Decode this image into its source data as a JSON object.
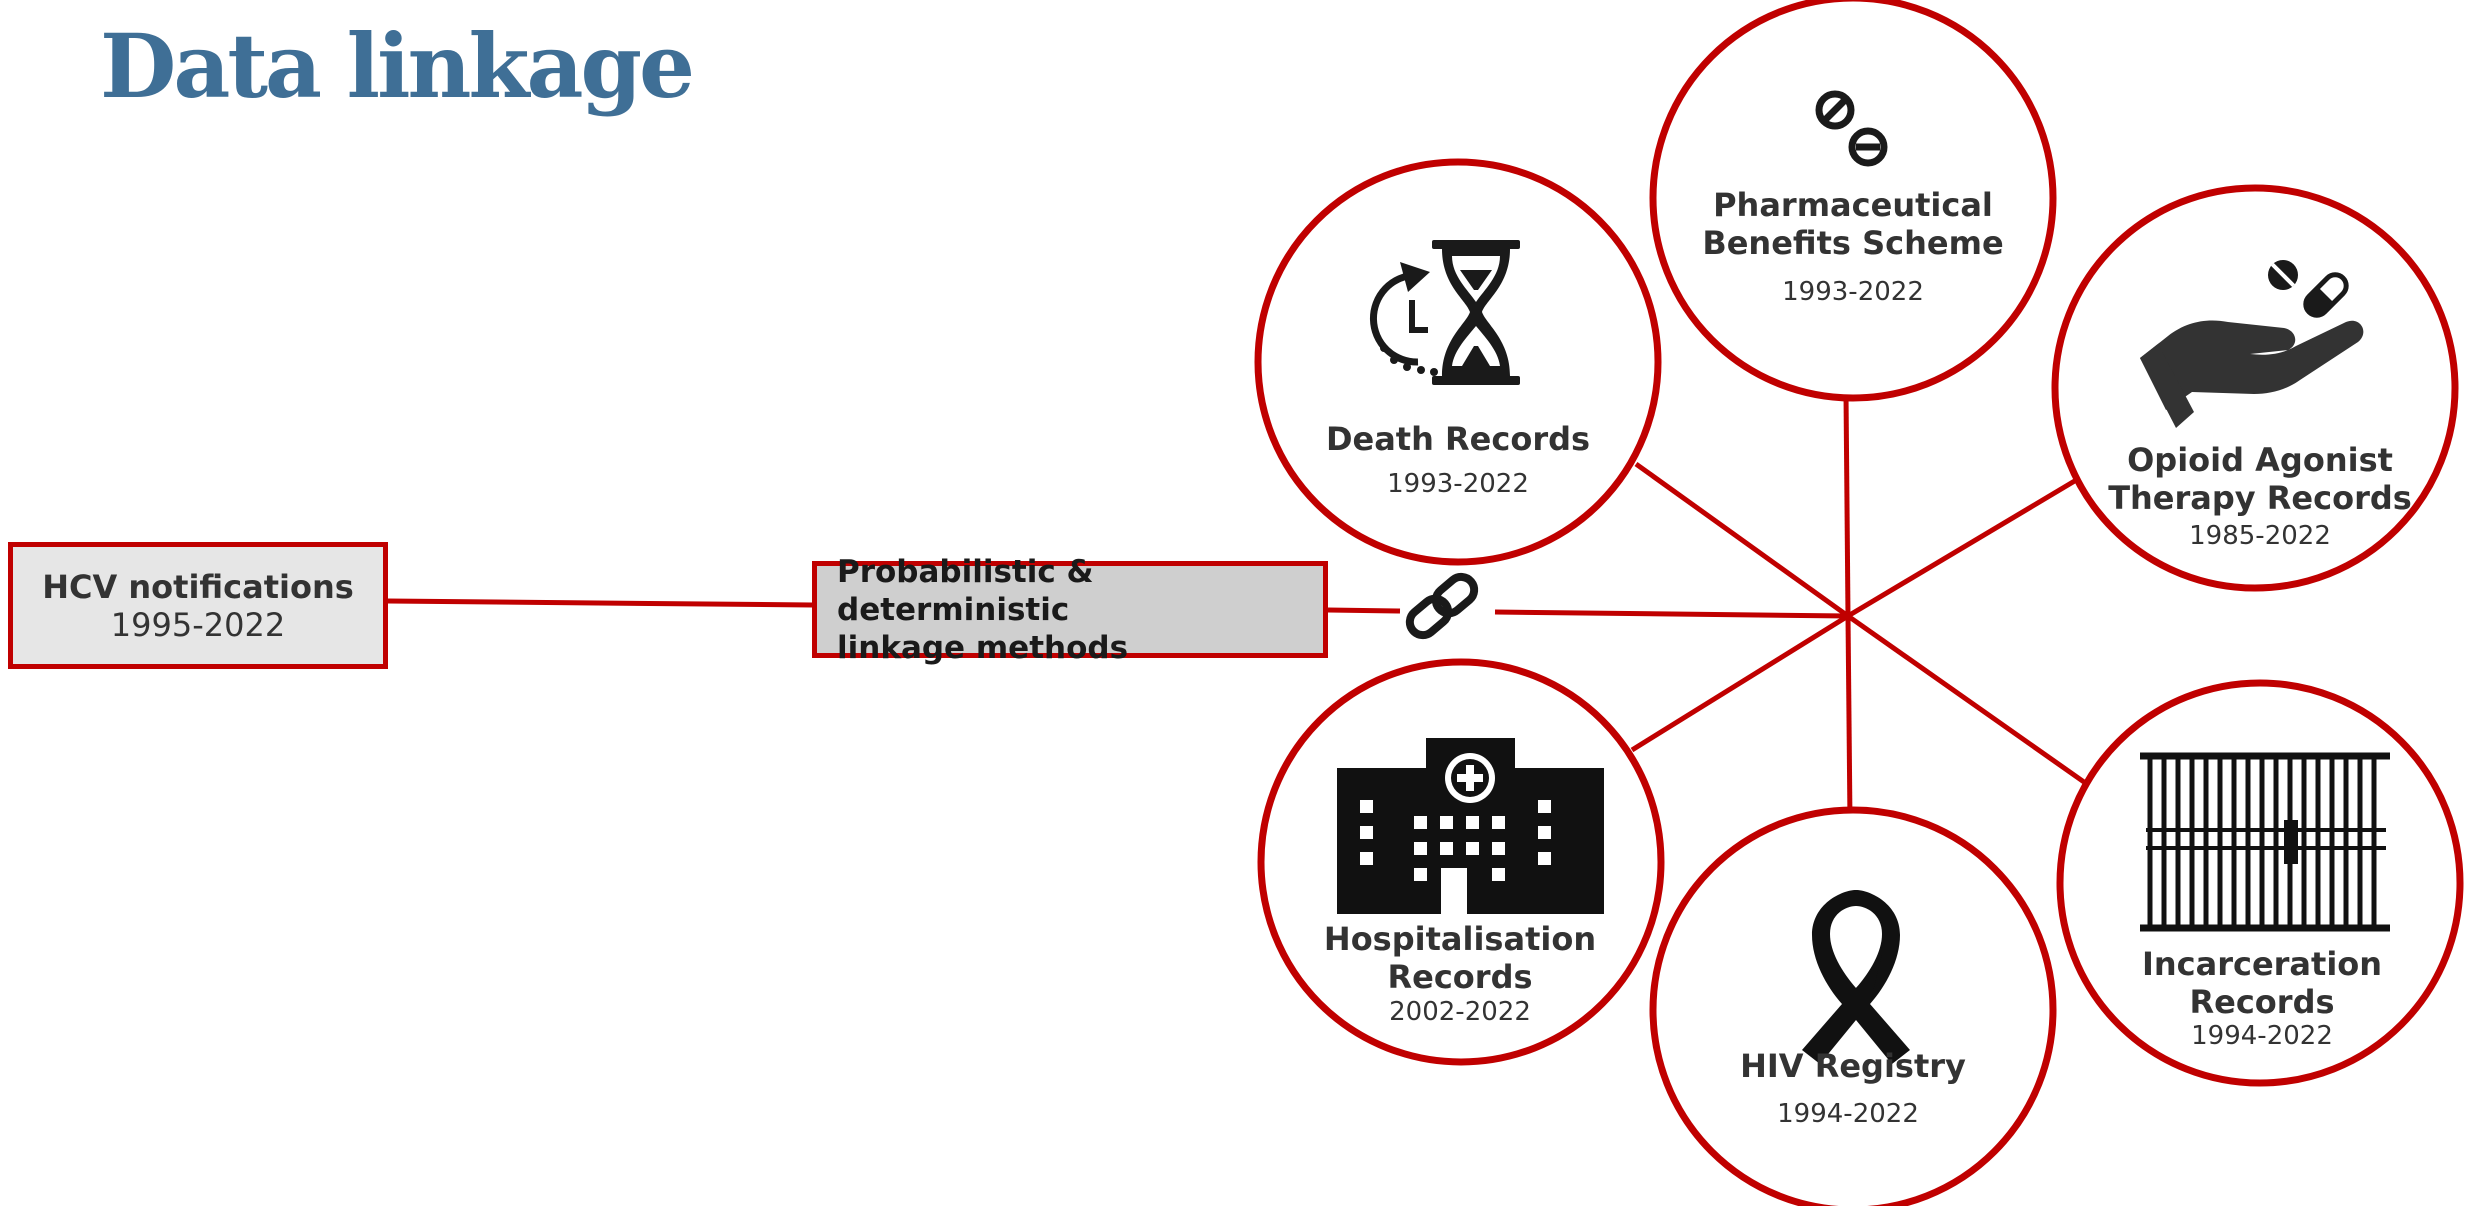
{
  "title": "Data linkage",
  "colors": {
    "title": "#3f6f96",
    "accent": "#c00000",
    "box_fill": "#e6e6e6",
    "method_fill": "#cfcfcf"
  },
  "source": {
    "title": "HCV notifications",
    "years": "1995-2022"
  },
  "method": {
    "line1": "Probabilistic & deterministic",
    "line2": "linkage methods",
    "icon": "link-icon"
  },
  "datasets": [
    {
      "id": "death",
      "line1": "Death Records",
      "line2": "",
      "years": "1993-2022",
      "icon": "hourglass-clock-icon"
    },
    {
      "id": "pbs",
      "line1": "Pharmaceutical",
      "line2": "Benefits Scheme",
      "years": "1993-2022",
      "icon": "pills-icon"
    },
    {
      "id": "oat",
      "line1": "Opioid Agonist",
      "line2": "Therapy Records",
      "years": "1985-2022",
      "icon": "hand-pills-icon"
    },
    {
      "id": "hosp",
      "line1": "Hospitalisation",
      "line2": "Records",
      "years": "2002-2022",
      "icon": "hospital-icon"
    },
    {
      "id": "hiv",
      "line1": "HIV Registry",
      "line2": "",
      "years": "1994-2022",
      "icon": "ribbon-icon"
    },
    {
      "id": "inc",
      "line1": "Incarceration",
      "line2": "Records",
      "years": "1994-2022",
      "icon": "prison-bars-icon"
    }
  ]
}
